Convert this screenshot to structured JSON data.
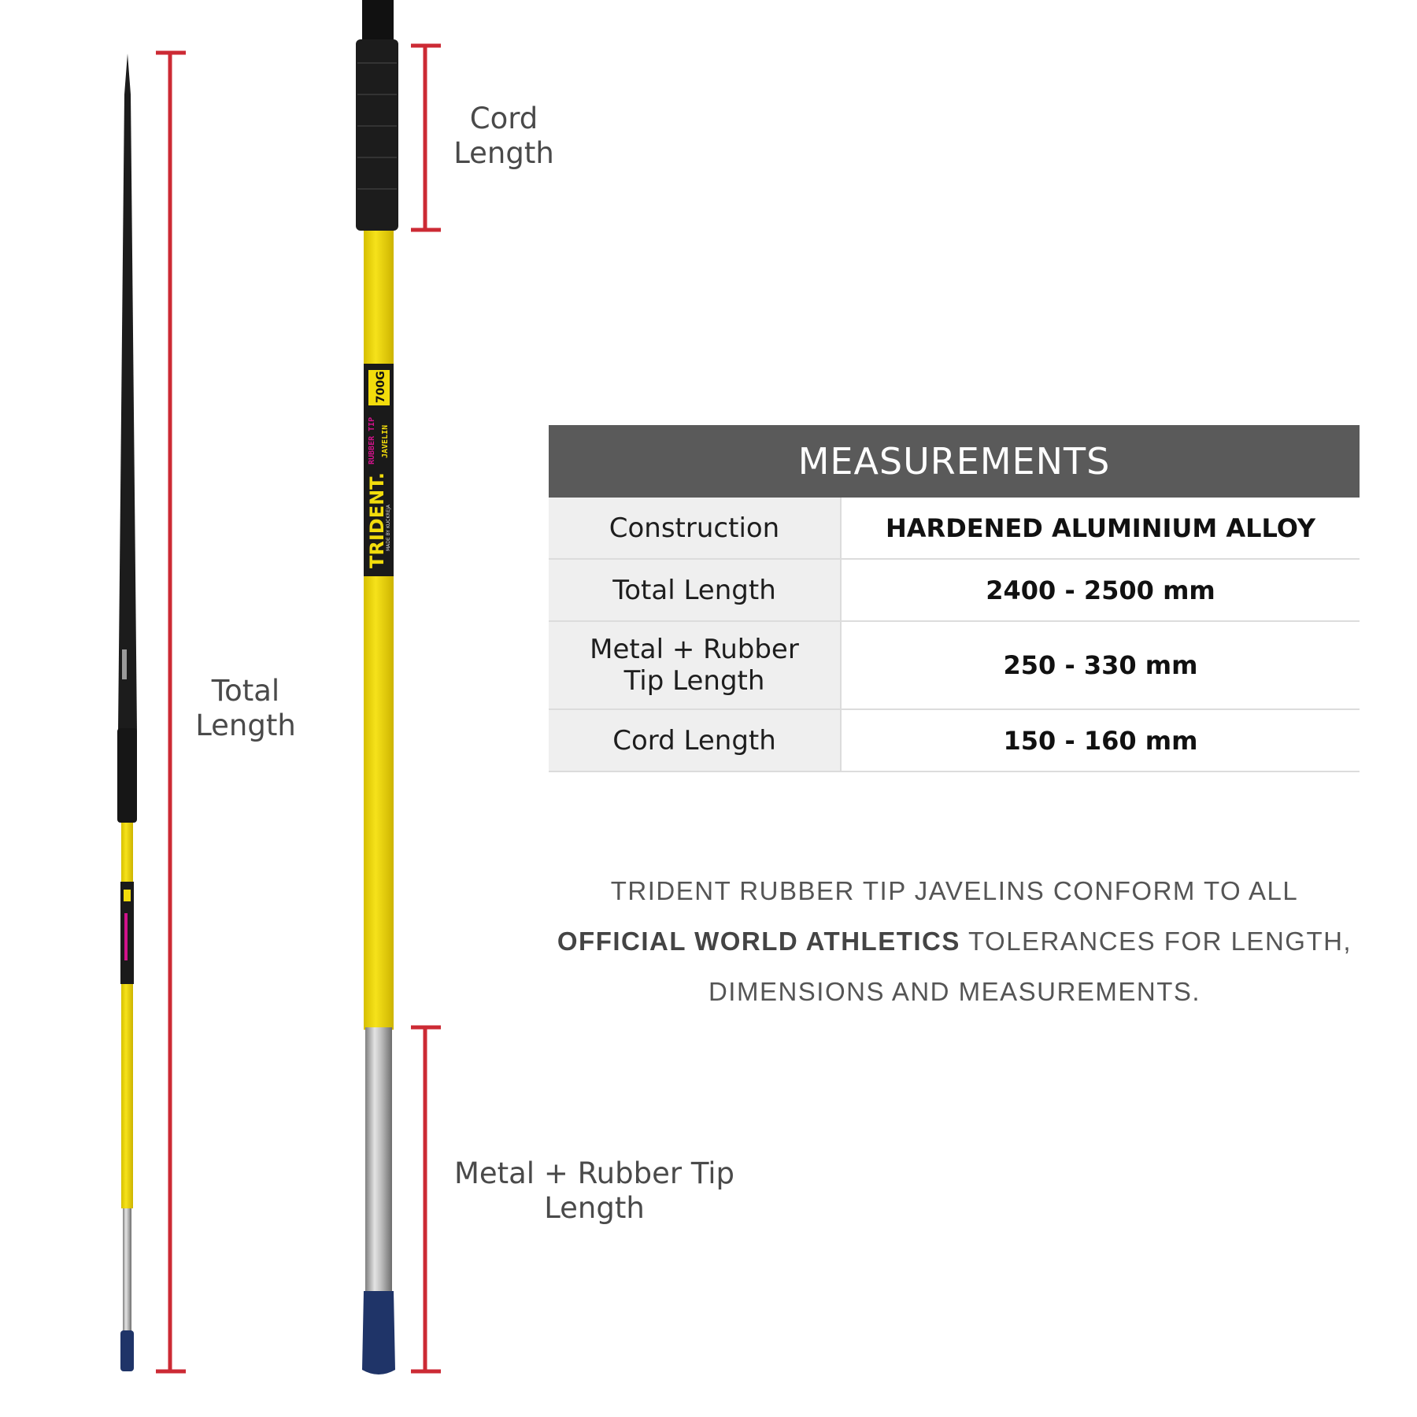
{
  "colors": {
    "dimension_line": "#cc2a34",
    "shaft_yellow": "#f2dc0c",
    "grip_black": "#1c1c1c",
    "tip_blue": "#1f3468",
    "table_header": "#5a5a5a",
    "label_cell": "#efefef"
  },
  "labels": {
    "total_length": "Total\nLength",
    "cord_length": "Cord\nLength",
    "tip_length": "Metal + Rubber Tip\nLength"
  },
  "javelin_graphic": {
    "brand": "TRIDENT.",
    "weight": "700G",
    "product_line1": "RUBBER TIP",
    "product_line2": "JAVELIN",
    "maker": "MADE BY KUCKREJA"
  },
  "table": {
    "title": "MEASUREMENTS",
    "rows": [
      {
        "label": "Construction",
        "value": "HARDENED ALUMINIUM ALLOY"
      },
      {
        "label": "Total Length",
        "value": "2400 - 2500 mm"
      },
      {
        "label": "Metal + Rubber\nTip Length",
        "value": "250 - 330 mm"
      },
      {
        "label": "Cord Length",
        "value": "150 - 160 mm"
      }
    ]
  },
  "note": {
    "line1": "TRIDENT RUBBER TIP JAVELINS CONFORM TO ALL",
    "emphasis": "OFFICIAL WORLD ATHLETICS",
    "line2_rest": " TOLERANCES FOR LENGTH,",
    "line3": "DIMENSIONS AND MEASUREMENTS."
  }
}
